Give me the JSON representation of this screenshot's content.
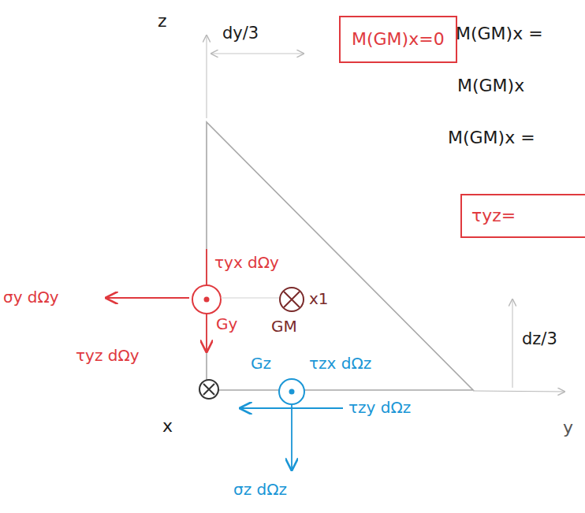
{
  "diagram": {
    "nodes": [
      {
        "text": [
          "M(GM)x=0"
        ]
      },
      {
        "text": [
          "τyz="
        ]
      }
    ],
    "labels": [
      "z",
      "dy/3",
      "M(GM)x =",
      "M(GM)x",
      "M(GM)x =",
      "dz/3",
      "τyx dΩy",
      "σy dΩy",
      "Gy",
      "x1",
      "GM",
      "τyz dΩy",
      "Gz",
      "τzx dΩz",
      "x",
      "τzy dΩz",
      "y",
      "σz dΩz"
    ]
  }
}
